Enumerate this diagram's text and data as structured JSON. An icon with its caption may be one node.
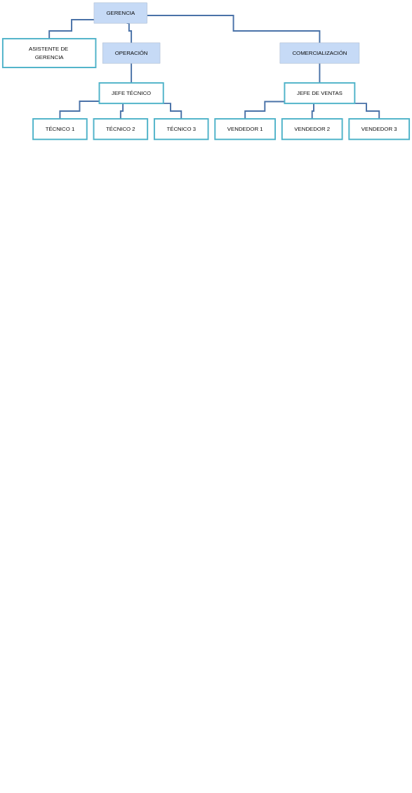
{
  "diagram": {
    "nodes": [
      {
        "text": [
          "GERENCIA"
        ]
      },
      {
        "text": [
          "ASISTENTE DE GERENCIA"
        ]
      },
      {
        "text": [
          "OPERACIÓN"
        ]
      },
      {
        "text": [
          "COMERCIALIZACIÓN"
        ]
      },
      {
        "text": [
          "JEFE TÉCNICO"
        ]
      },
      {
        "text": [
          "JEFE DE VENTAS"
        ]
      },
      {
        "text": [
          "TÉCNICO 1"
        ]
      },
      {
        "text": [
          "TÉCNICO 2"
        ]
      },
      {
        "text": [
          "TÉCNICO 3"
        ]
      },
      {
        "text": [
          "VENDEDOR 1"
        ]
      },
      {
        "text": [
          "VENDEDOR 2"
        ]
      },
      {
        "text": [
          "VENDEDOR 3"
        ]
      }
    ],
    "edges": [
      {
        "from": 0,
        "to": 1,
        "arrow": "none"
      },
      {
        "from": 0,
        "to": 2,
        "arrow": "none"
      },
      {
        "from": 0,
        "to": 3,
        "arrow": "none"
      },
      {
        "from": 2,
        "to": 4,
        "arrow": "none"
      },
      {
        "from": 3,
        "to": 5,
        "arrow": "none"
      },
      {
        "from": 4,
        "to": 6,
        "arrow": "none"
      },
      {
        "from": 4,
        "to": 7,
        "arrow": "none"
      },
      {
        "from": 4,
        "to": 8,
        "arrow": "none"
      },
      {
        "from": 5,
        "to": 9,
        "arrow": "none"
      },
      {
        "from": 5,
        "to": 10,
        "arrow": "none"
      },
      {
        "from": 5,
        "to": 11,
        "arrow": "none"
      }
    ]
  }
}
